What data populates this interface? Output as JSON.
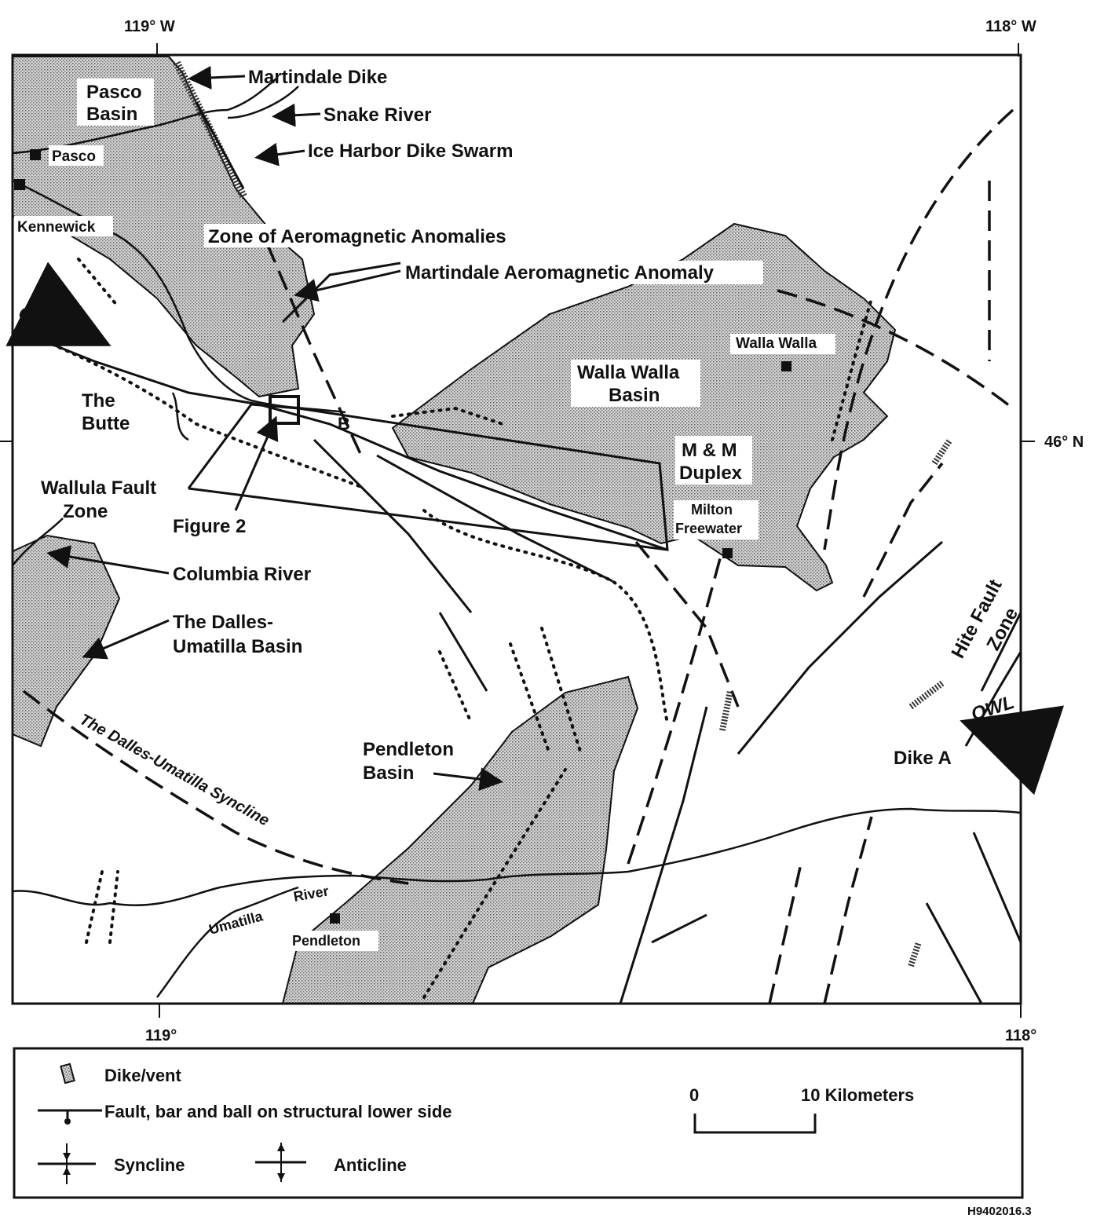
{
  "coordinates": {
    "top_left": "119° W",
    "top_right": "118° W",
    "right_lat": "46° N",
    "bottom_left": "119°",
    "bottom_right": "118°"
  },
  "labels": {
    "pasco_basin_1": "Pasco",
    "pasco_basin_2": "Basin",
    "martindale_dike": "Martindale Dike",
    "snake_river": "Snake River",
    "ice_harbor": "Ice Harbor Dike Swarm",
    "pasco": "Pasco",
    "kennewick": "Kennewick",
    "zone_aeromagnetic": "Zone of Aeromagnetic Anomalies",
    "martindale_anomaly": "Martindale Aeromagnetic Anomaly",
    "owl_west": "OWL",
    "owl_east": "OWL",
    "the_butte_1": "The",
    "the_butte_2": "Butte",
    "walla_walla": "Walla Walla",
    "walla_walla_basin_1": "Walla Walla",
    "walla_walla_basin_2": "Basin",
    "b_marker": "B",
    "mm_duplex_1": "M & M",
    "mm_duplex_2": "Duplex",
    "milton_freewater_1": "Milton",
    "milton_freewater_2": "Freewater",
    "wallula_fault_1": "Wallula Fault",
    "wallula_fault_2": "Zone",
    "figure_2": "Figure 2",
    "columbia_river": "Columbia River",
    "dalles_basin_1": "The Dalles-",
    "dalles_basin_2": "Umatilla Basin",
    "dalles_syncline": "The Dalles-Umatilla Syncline",
    "hite_fault_1": "Hite Fault",
    "hite_fault_2": "Zone",
    "dike_a": "Dike A",
    "pendleton_basin_1": "Pendleton",
    "pendleton_basin_2": "Basin",
    "umatilla_river": "Umatilla",
    "umatilla_river_2": "River",
    "pendleton": "Pendleton"
  },
  "legend": {
    "dike_vent": "Dike/vent",
    "fault": "Fault, bar and ball on structural lower side",
    "syncline": "Syncline",
    "anticline": "Anticline",
    "scale_zero": "0",
    "scale_ten": "10 Kilometers"
  },
  "figure_id": "H9402016.3",
  "colors": {
    "basin_fill": "#bdbdbd",
    "ink": "#111111"
  }
}
